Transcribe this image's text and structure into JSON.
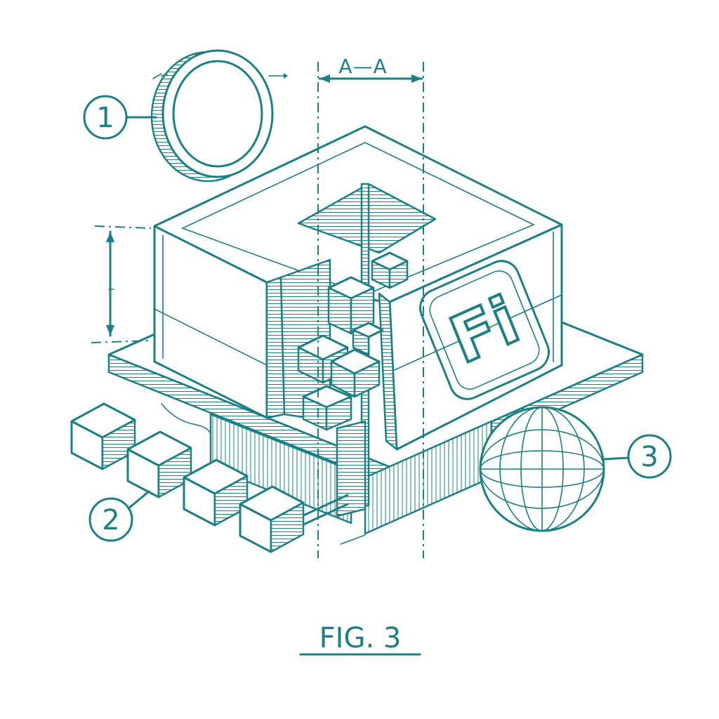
{
  "diagram": {
    "section_label": "A—A",
    "logo_text": "Fi",
    "callouts": [
      {
        "id": "1",
        "target": "coin"
      },
      {
        "id": "2",
        "target": "cube-chain"
      },
      {
        "id": "3",
        "target": "globe"
      }
    ],
    "figure_caption": "FIG. 3",
    "ink_color": "#1a7f86"
  }
}
